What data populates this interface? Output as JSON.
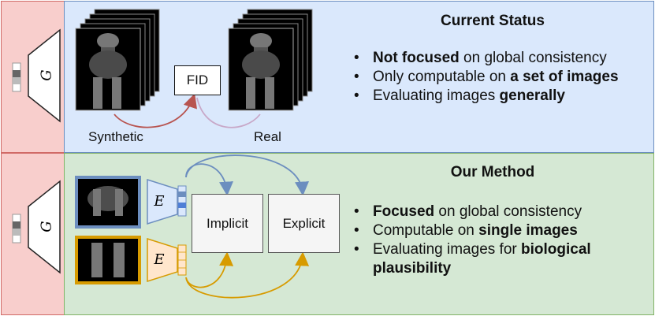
{
  "generator": {
    "symbol": "G"
  },
  "encoder": {
    "symbol": "E"
  },
  "top": {
    "title": "Current Status",
    "metric": "FID",
    "synthetic_label": "Synthetic",
    "real_label": "Real",
    "bullets": [
      {
        "bold_pre": "Not focused",
        "text": " on global consistency",
        "bold_post": ""
      },
      {
        "bold_pre": "",
        "text": "Only computable on ",
        "bold_post": "a set of images"
      },
      {
        "bold_pre": "",
        "text": "Evaluating images ",
        "bold_post": "generally"
      }
    ]
  },
  "bottom": {
    "title": "Our Method",
    "implicit_label": "Implicit",
    "explicit_label": "Explicit",
    "bullets": [
      {
        "bold_pre": "Focused",
        "text": " on global consistency",
        "bold_post": ""
      },
      {
        "bold_pre": "",
        "text": "Computable on ",
        "bold_post": "single images"
      },
      {
        "bold_pre": "",
        "text": "Evaluating images for ",
        "bold_post": "biological plausibility"
      }
    ]
  },
  "colors": {
    "generator_panel": "#f8cecc",
    "current_panel": "#dae8fc",
    "method_panel": "#d5e8d4",
    "blue_accent": "#6c8ebf",
    "orange_accent": "#d79b00",
    "red_arrow": "#b85450"
  }
}
